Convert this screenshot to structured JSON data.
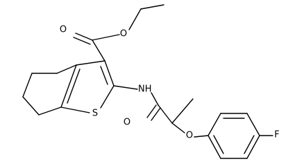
{
  "molecule": {
    "atoms": [
      {
        "id": "O_carbonyl_ester",
        "label": "O"
      },
      {
        "id": "O_ether_ester",
        "label": "O"
      },
      {
        "id": "NH_amide",
        "label": "NH"
      },
      {
        "id": "S_thiophene",
        "label": "S"
      },
      {
        "id": "O_carbonyl_amide",
        "label": "O"
      },
      {
        "id": "O_aryl_ether",
        "label": "O"
      },
      {
        "id": "F_fluoro",
        "label": "F"
      }
    ]
  },
  "colors": {
    "bond": "#000000",
    "label": "#000000",
    "background": "#ffffff"
  }
}
